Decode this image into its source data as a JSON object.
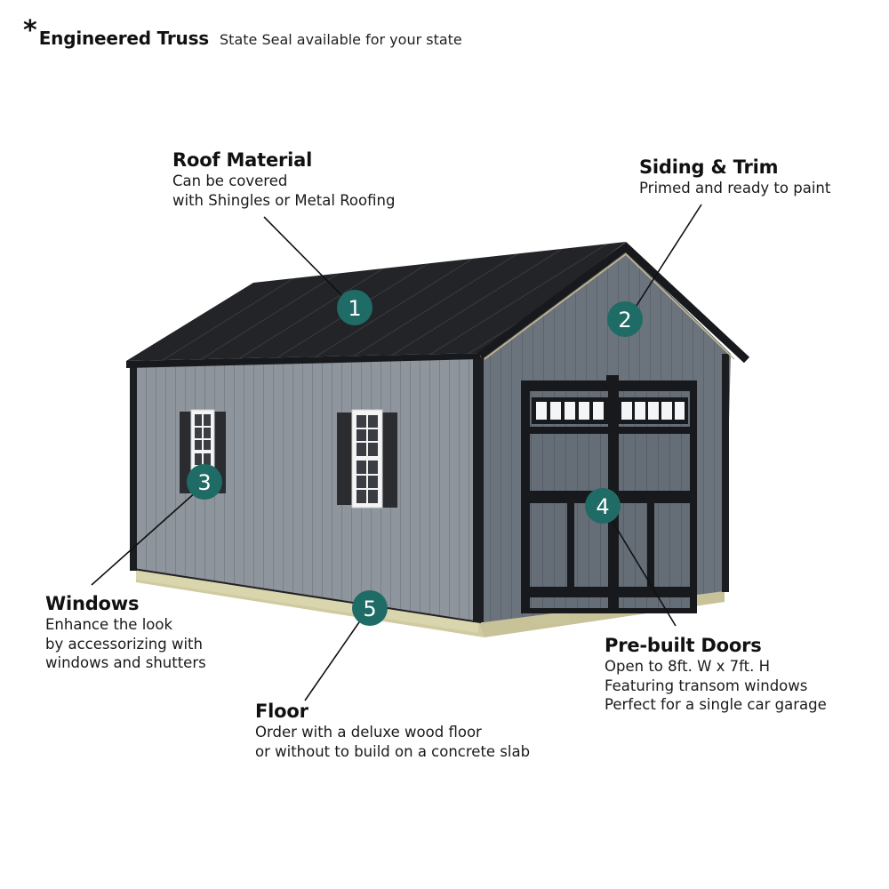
{
  "header": {
    "asterisk": "*",
    "title": "Engineered Truss",
    "subtitle": "State Seal available for your state"
  },
  "callouts": [
    {
      "number": "1",
      "title": "Roof Material",
      "lines": [
        "Can be covered",
        "with Shingles or Metal Roofing"
      ]
    },
    {
      "number": "2",
      "title": "Siding & Trim",
      "lines": [
        "Primed and ready to paint"
      ]
    },
    {
      "number": "3",
      "title": "Windows",
      "lines": [
        "Enhance the look",
        "by accessorizing with",
        "windows and shutters"
      ]
    },
    {
      "number": "4",
      "title": "Pre-built Doors",
      "lines": [
        "Open to 8ft. W x 7ft. H",
        "Featuring transom windows",
        "Perfect for a single car garage"
      ]
    },
    {
      "number": "5",
      "title": "Floor",
      "lines": [
        "Order with a deluxe wood floor",
        "or without to build on a concrete slab"
      ]
    }
  ],
  "colors": {
    "marker": "#1f6b66",
    "roof": "#1c1e21",
    "siding_side": "#8e949b",
    "siding_front": "#6b737d",
    "trim": "#17191c",
    "floor": "#d6d2a6"
  }
}
